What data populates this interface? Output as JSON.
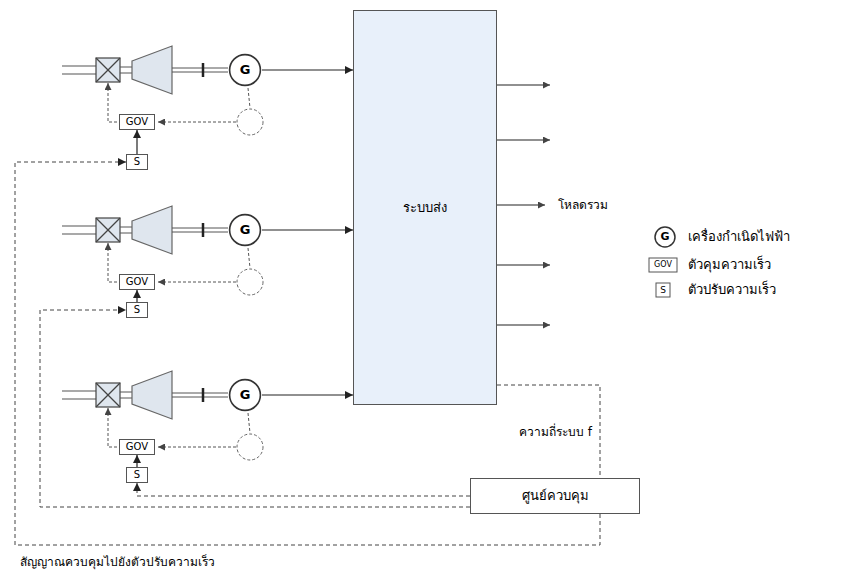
{
  "diagram": {
    "nodes": [
      {
        "text": [
          "G"
        ]
      },
      {
        "text": [
          "GOV"
        ]
      },
      {
        "text": [
          "S"
        ]
      },
      {
        "text": [
          "G"
        ]
      },
      {
        "text": [
          "GOV"
        ]
      },
      {
        "text": [
          "S"
        ]
      },
      {
        "text": [
          "G"
        ]
      },
      {
        "text": [
          "GOV"
        ]
      },
      {
        "text": [
          "S"
        ]
      },
      {
        "text": [
          "ระบบส่ง"
        ]
      },
      {
        "text": [
          "ศูนย์ควบคุม"
        ]
      }
    ],
    "edges": [
      {
        "from": 0,
        "to": 9,
        "arrow": "to"
      },
      {
        "from": 3,
        "to": 9,
        "arrow": "to"
      },
      {
        "from": 6,
        "to": 9,
        "arrow": "to"
      },
      {
        "from": 2,
        "to": 1,
        "arrow": "to"
      },
      {
        "from": 5,
        "to": 4,
        "arrow": "to"
      },
      {
        "from": 8,
        "to": 7,
        "arrow": "to"
      },
      {
        "from": 9,
        "to": 10,
        "label": "ความถี่ระบบ f",
        "arrow": "none"
      },
      {
        "from": 10,
        "to": 2,
        "arrow": "to"
      },
      {
        "from": 10,
        "to": 5,
        "arrow": "to"
      },
      {
        "from": 10,
        "to": 8,
        "arrow": "to"
      }
    ],
    "labels": [
      "โหลดรวม",
      "G",
      "GOV",
      "S",
      "สัญญาณควบคุมไปยังตัวปรับความเร็ว"
    ],
    "legend": [
      {
        "text": "เครื่องกำเนิดไฟฟ้า"
      },
      {
        "text": "ตัวคุมความเร็ว"
      },
      {
        "text": "ตัวปรับความเร็ว"
      }
    ]
  }
}
